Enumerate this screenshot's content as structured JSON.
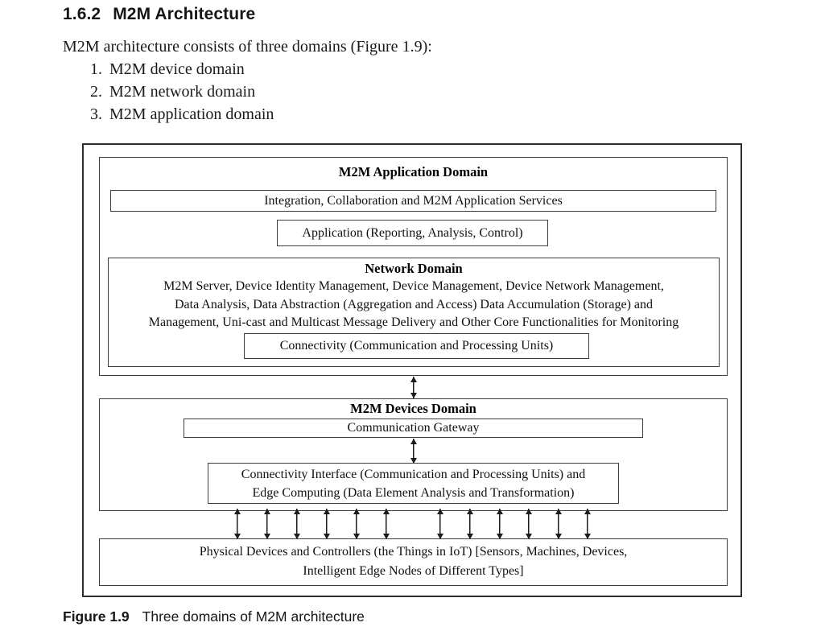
{
  "section": {
    "number": "1.6.2",
    "title": "M2M Architecture"
  },
  "intro": {
    "text": "M2M architecture consists of three domains (Figure 1.9):",
    "items": [
      "M2M device domain",
      "M2M network domain",
      "M2M application domain"
    ]
  },
  "figure": {
    "application_domain": {
      "title": "M2M Application Domain",
      "integration_box": "Integration, Collaboration and M2M Application Services",
      "application_box": "Application (Reporting, Analysis, Control)",
      "network_domain": {
        "title": "Network Domain",
        "description_lines": [
          "M2M Server, Device Identity Management, Device Management, Device Network Management,",
          "Data Analysis, Data Abstraction (Aggregation and Access) Data Accumulation (Storage) and",
          "Management, Uni-cast and Multicast Message Delivery and Other Core Functionalities for Monitoring"
        ],
        "connectivity_box": "Connectivity (Communication and Processing Units)"
      }
    },
    "devices_domain": {
      "title": "M2M Devices Domain",
      "gateway_box": "Communication Gateway",
      "connectivity_interface_lines": [
        "Connectivity Interface (Communication and Processing Units) and",
        "Edge Computing (Data Element Analysis and Transformation)"
      ]
    },
    "physical_box_lines": [
      "Physical Devices and Controllers (the Things in IoT) [Sensors, Machines, Devices,",
      "Intelligent Edge Nodes of Different Types]"
    ]
  },
  "caption": {
    "label": "Figure 1.9",
    "text": "Three domains of M2M architecture"
  }
}
